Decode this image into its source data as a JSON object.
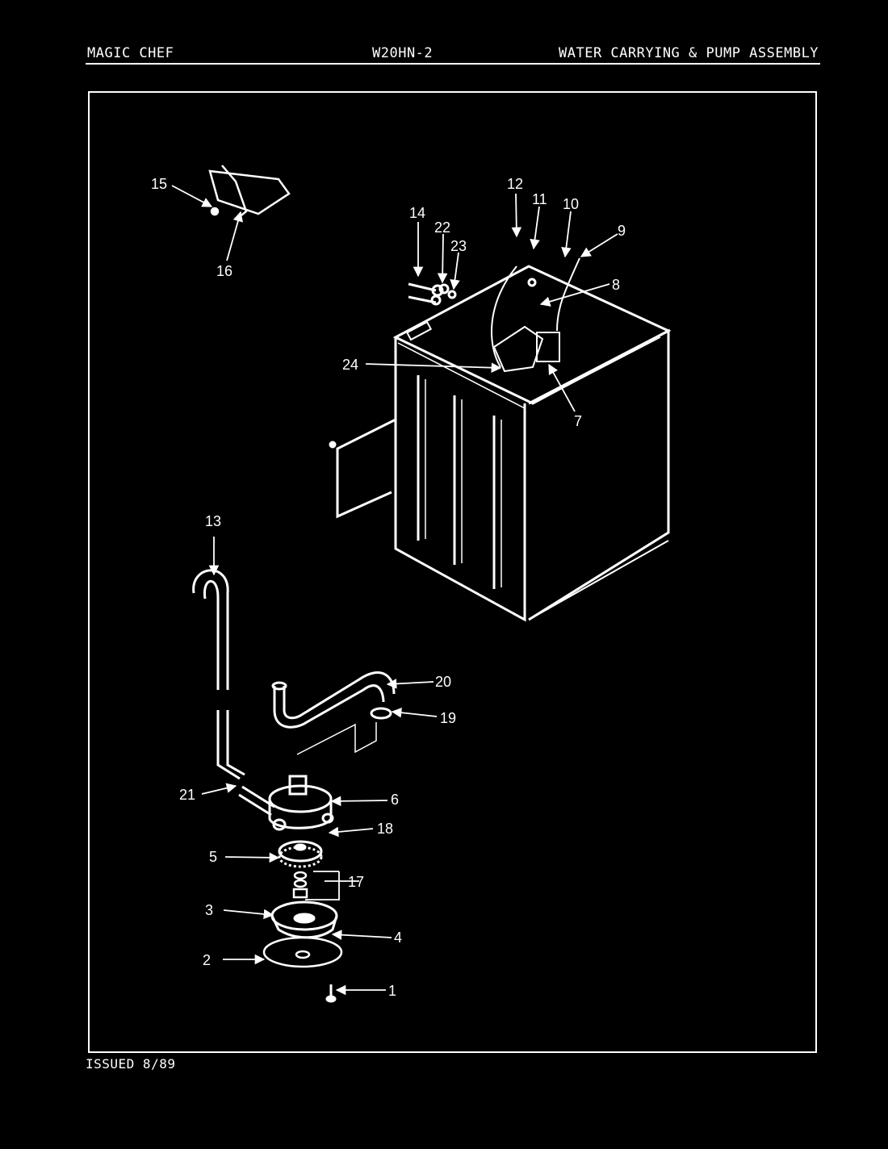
{
  "header": {
    "brand": "MAGIC CHEF",
    "model": "W20HN-2",
    "title": "WATER CARRYING & PUMP ASSEMBLY"
  },
  "footer": {
    "issued": "ISSUED 8/89"
  },
  "parts": {
    "p1": "1",
    "p2": "2",
    "p3": "3",
    "p4": "4",
    "p5": "5",
    "p6": "6",
    "p7": "7",
    "p8": "8",
    "p9": "9",
    "p10": "10",
    "p11": "11",
    "p12": "12",
    "p13": "13",
    "p14": "14",
    "p15": "15",
    "p16": "16",
    "p17": "17",
    "p18": "18",
    "p19": "19",
    "p20": "20",
    "p21": "21",
    "p22": "22",
    "p23": "23",
    "p24": "24"
  },
  "colors": {
    "background": "#000000",
    "line": "#ffffff"
  }
}
